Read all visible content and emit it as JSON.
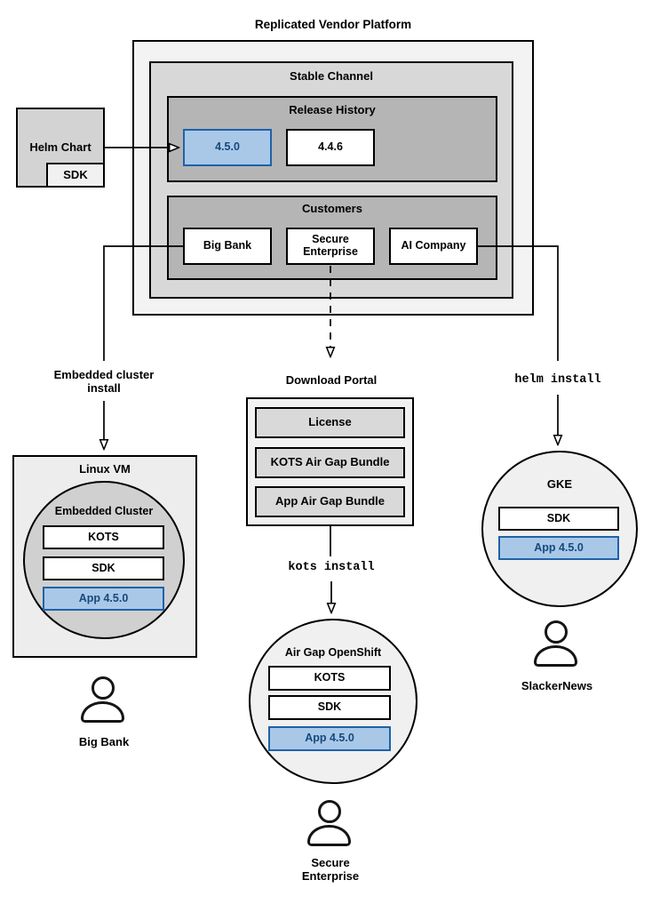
{
  "title": "Replicated Vendor Platform",
  "platform": {
    "stable_channel": "Stable Channel",
    "release_history": "Release History",
    "releases": [
      "4.5.0",
      "4.4.6"
    ],
    "customers": "Customers",
    "customer_items": [
      "Big Bank",
      "Secure Enterprise",
      "AI Company"
    ]
  },
  "helm_chart": {
    "label": "Helm Chart",
    "sdk": "SDK"
  },
  "edges": {
    "embedded_install": "Embedded cluster install",
    "helm_install": "helm install",
    "kots_install": "kots install"
  },
  "download_portal": {
    "title": "Download Portal",
    "items": [
      "License",
      "KOTS Air Gap Bundle",
      "App Air Gap Bundle"
    ]
  },
  "linux_vm": {
    "title": "Linux VM",
    "cluster": "Embedded Cluster",
    "stack": [
      "KOTS",
      "SDK"
    ],
    "app": "App 4.5.0",
    "persona": "Big Bank"
  },
  "airgap_openshift": {
    "title": "Air Gap OpenShift",
    "stack": [
      "KOTS",
      "SDK"
    ],
    "app": "App 4.5.0",
    "persona": "Secure Enterprise"
  },
  "gke": {
    "title": "GKE",
    "stack": [
      "SDK"
    ],
    "app": "App 4.5.0",
    "persona": "SlackerNews"
  },
  "colors": {
    "highlight_fill": "#a9c8e8",
    "highlight_border": "#1f62a8",
    "highlight_text": "#15497d"
  }
}
